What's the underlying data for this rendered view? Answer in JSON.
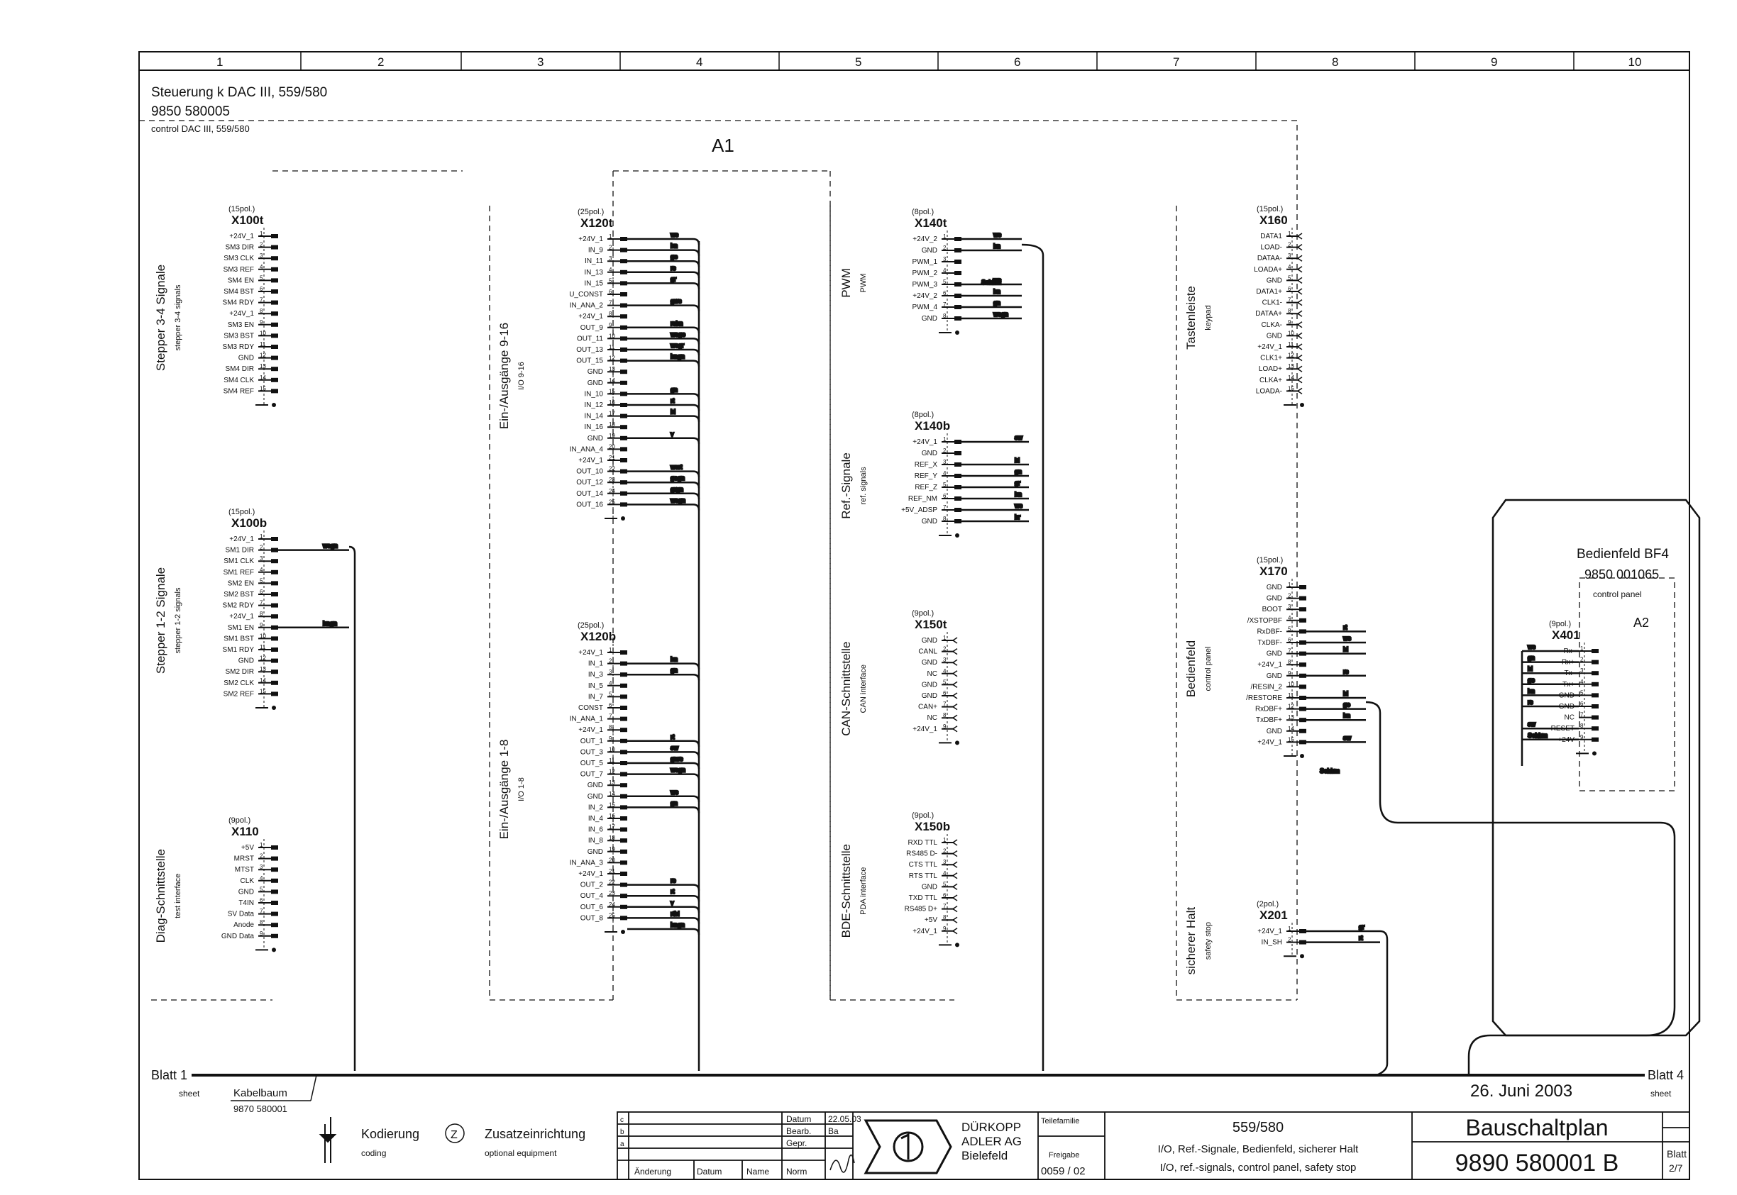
{
  "grid": {
    "columns": [
      "1",
      "2",
      "3",
      "4",
      "5",
      "6",
      "7",
      "8",
      "9",
      "10"
    ]
  },
  "header": {
    "title": "Steuerung k DAC III, 559/580",
    "number": "9850 580005",
    "subtitle": "control DAC III, 559/580",
    "unit_label": "A1"
  },
  "connectors": {
    "x100t": {
      "id": "X100t",
      "pol": "(15pol.)",
      "group": "Stepper 3-4 Signale",
      "group_en": "stepper 3-4 signals",
      "pins": [
        "+24V_1",
        "SM3 DIR",
        "SM3 CLK",
        "SM3 REF",
        "SM4 EN",
        "SM4 BST",
        "SM4 RDY",
        "+24V_1",
        "SM3 EN",
        "SM3 BST",
        "SM3 RDY",
        "GND",
        "SM4 DIR",
        "SM4 CLK",
        "SM4 REF"
      ]
    },
    "x100b": {
      "id": "X100b",
      "pol": "(15pol.)",
      "group": "Stepper 1-2 Signale",
      "group_en": "stepper 1-2 signals",
      "pins": [
        "+24V_1",
        "SM1 DIR",
        "SM1 CLK",
        "SM1 REF",
        "SM2 EN",
        "SM2 BST",
        "SM2 RDY",
        "+24V_1",
        "SM1 EN",
        "SM1 BST",
        "SM1 RDY",
        "GND",
        "SM2 DIR",
        "SM2 CLK",
        "SM2 REF"
      ],
      "wires": {
        "w2": "wsgn",
        "w9": "bngn"
      }
    },
    "x110": {
      "id": "X110",
      "pol": "(9pol.)",
      "group": "Diag-Schnittstelle",
      "group_en": "test interface",
      "pins": [
        "+5V",
        "MRST",
        "MTST",
        "CLK",
        "GND",
        "T4IN",
        "SV Data",
        "Anode",
        "GND Data"
      ]
    },
    "x120t": {
      "id": "X120t",
      "pol": "(25pol.)",
      "group": "Ein-/Ausgänge 9-16",
      "group_en": "I/O 9-16",
      "pins": [
        "+24V_1",
        "IN_9",
        "IN_11",
        "IN_13",
        "IN_15",
        "U_CONST",
        "IN_ANA_2",
        "+24V_1",
        "OUT_9",
        "OUT_11",
        "OUT_13",
        "OUT_15",
        "GND",
        "GND",
        "IN_10",
        "IN_12",
        "IN_14",
        "IN_16",
        "GND",
        "IN_ANA_4",
        "+24V_1",
        "OUT_10",
        "OUT_12",
        "OUT_14",
        "OUT_16"
      ],
      "wires": [
        "ws",
        "bn",
        "ge",
        "rs",
        "gr",
        "",
        "grrs",
        "",
        "rsbn",
        "wsge",
        "wsgr",
        "bngn",
        "",
        "",
        "gn",
        "rt",
        "bl",
        "",
        "v",
        "",
        "",
        "wsrt",
        "gegn",
        "grgn",
        "wsgn"
      ]
    },
    "x120b": {
      "id": "X120b",
      "pol": "(25pol.)",
      "group": "Ein-/Ausgänge 1-8",
      "group_en": "I/O 1-8",
      "pins": [
        "+24V_1",
        "IN_1",
        "IN_3",
        "IN_5",
        "IN_7",
        "CONST",
        "IN_ANA_1",
        "+24V_1",
        "OUT_1",
        "OUT_3",
        "OUT_5",
        "OUT_7",
        "GND",
        "GND",
        "IN_2",
        "IN_4",
        "IN_6",
        "IN_8",
        "GND",
        "IN_ANA_3",
        "+24V_1",
        "OUT_2",
        "OUT_4",
        "OUT_6",
        "OUT_8"
      ],
      "wires": [
        "",
        "bn",
        "gn",
        "",
        "",
        "",
        "",
        "",
        "rt",
        "sw",
        "gnrs",
        "wsgn",
        "",
        "ws",
        "gn",
        "",
        "",
        "",
        "",
        "",
        "",
        "rs",
        "rt",
        "v",
        "rtbl",
        "bngn"
      ]
    },
    "x140t": {
      "id": "X140t",
      "pol": "(8pol.)",
      "group": "PWM",
      "group_en": "PWM",
      "pins": [
        "+24V_2",
        "GND",
        "PWM_1",
        "PWM_2",
        "PWM_3",
        "+24V_2",
        "PWM_4",
        "GND"
      ],
      "wires": {
        "ws": "ws",
        "bn": "bn",
        "schirm": "Schirm",
        "ws2": "ws",
        "bn2": "bn",
        "gn": "gn",
        "wsgn": "wsgn"
      }
    },
    "x140b": {
      "id": "X140b",
      "pol": "(8pol.)",
      "group": "Ref.-Signale",
      "group_en": "ref. signals",
      "pins": [
        "+24V_1",
        "GND",
        "REF_X",
        "REF_Y",
        "REF_Z",
        "REF_NM",
        "+5V_ADSP",
        "GND"
      ],
      "wires": {
        "sw": "sw",
        "bl": "bl",
        "gn": "gn",
        "gr": "gr",
        "bn": "bn",
        "ws": "ws",
        "br": "br"
      }
    },
    "x150t": {
      "id": "X150t",
      "pol": "(9pol.)",
      "group": "CAN-Schnittstelle",
      "group_en": "CAN interface",
      "pins": [
        "GND",
        "CANL",
        "GND",
        "NC",
        "GND",
        "GND",
        "CAN+",
        "NC",
        "+24V_1"
      ]
    },
    "x150b": {
      "id": "X150b",
      "pol": "(9pol.)",
      "group": "BDE-Schnittstelle",
      "group_en": "PDA interface",
      "pins": [
        "RXD TTL",
        "RS485 D-",
        "CTS TTL",
        "RTS TTL",
        "GND",
        "TXD TTL",
        "RS485 D+",
        "+5V",
        "+24V_1"
      ]
    },
    "x160": {
      "id": "X160",
      "pol": "(15pol.)",
      "group": "Tastenleiste",
      "group_en": "keypad",
      "pins": [
        "DATA1",
        "LOAD-",
        "DATAA-",
        "LOADA+",
        "GND",
        "DATA1+",
        "CLK1-",
        "DATAA+",
        "CLKA-",
        "GND",
        "+24V_1",
        "CLK1+",
        "LOAD+",
        "CLKA+",
        "LOADA-"
      ]
    },
    "x170": {
      "id": "X170",
      "pol": "(15pol.)",
      "group": "Bedienfeld",
      "group_en": "control panel",
      "pins": [
        "GND",
        "GND",
        "BOOT",
        "/XSTOPBF",
        "RxDBF-",
        "TxDBF-",
        "GND",
        "+24V_1",
        "GND",
        "/RESIN_2",
        "/RESTORE",
        "RxDBF+",
        "TxDBF+",
        "GND",
        "+24V_1"
      ],
      "wires": [
        "",
        "",
        "",
        "",
        "rt",
        "ws",
        "bl",
        "",
        "rs",
        "",
        "bl",
        "ge",
        "bn",
        "",
        "sw",
        "Schirm"
      ]
    },
    "x201": {
      "id": "X201",
      "pol": "(2pol.)",
      "group": "sicherer Halt",
      "group_en": "safety stop",
      "pins": [
        "+24V_1",
        "IN_SH"
      ],
      "wires": [
        "gr",
        "rt"
      ]
    },
    "x401": {
      "id": "X401",
      "pol": "(9pol.)",
      "unit": "A2",
      "panel_title": "Bedienfeld BF4",
      "panel_number": "9850 001065",
      "panel_en": "control panel",
      "pins": [
        "Rx-",
        "Rx+",
        "Tx-",
        "Tx+",
        "GND",
        "GND",
        "NC",
        "RESET",
        "+24V"
      ],
      "wires": [
        "ws",
        "gn",
        "bl",
        "ge",
        "bn",
        "rs",
        "",
        "sw",
        "Schirm"
      ]
    }
  },
  "bus": {
    "left": "Blatt 1",
    "left_en": "sheet",
    "right": "Blatt 4",
    "right_en": "sheet",
    "cable": "Kabelbaum",
    "cable_no": "9870 580001",
    "date": "26. Juni 2003"
  },
  "legend": {
    "coding": "Kodierung",
    "coding_en": "coding",
    "opt_symbol": "Z",
    "opt": "Zusatzeinrichtung",
    "opt_en": "optional equipment"
  },
  "title_block": {
    "rev_rows": [
      "c",
      "b",
      "a"
    ],
    "rev_cols": [
      "Änderung",
      "Datum",
      "Name"
    ],
    "fields": {
      "datum": "Datum",
      "datum_val": "22.05.03",
      "bearb": "Bearb.",
      "bearb_val": "Ba",
      "gepr": "Gepr.",
      "norm": "Norm"
    },
    "company": [
      "DÜRKOPP",
      "ADLER AG",
      "Bielefeld"
    ],
    "teilefam": "Teilefamilie",
    "freigabe": "Freigabe",
    "freigabe_val": "0059 / 02",
    "machine": "559/580",
    "desc_de": "I/O, Ref.-Signale, Bedienfeld, sicherer Halt",
    "desc_en": "I/O, ref.-signals, control panel, safety stop",
    "doc_type": "Bauschaltplan",
    "doc_no": "9890 580001 B",
    "sheet_label": "Blatt",
    "sheet_val": "2/7"
  }
}
